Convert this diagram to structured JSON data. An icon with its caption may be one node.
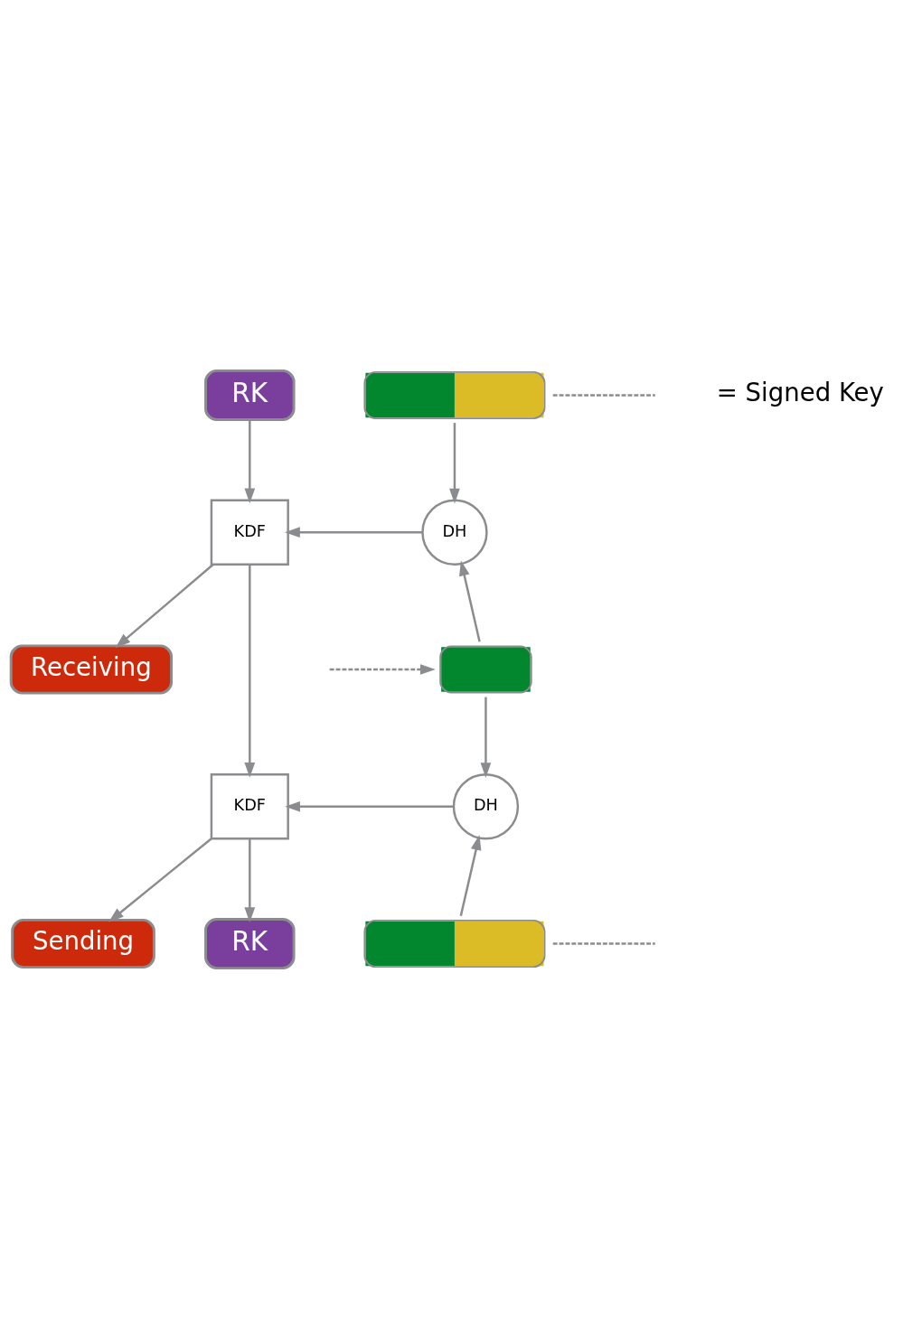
{
  "diagram": {
    "nodes": [
      {
        "text": [
          "RK"
        ]
      },
      {
        "text": [],
        "shape": "bar"
      },
      {
        "text": [
          "KDF"
        ]
      },
      {
        "text": [
          "DH"
        ]
      },
      {
        "text": [
          "Receiving"
        ]
      },
      {
        "text": [],
        "shape": "bar"
      },
      {
        "text": [
          "KDF"
        ]
      },
      {
        "text": [
          "DH"
        ]
      },
      {
        "text": [
          "Sending"
        ]
      },
      {
        "text": [],
        "shape": "bar"
      },
      {
        "text": [
          "RK"
        ]
      }
    ],
    "edges": [
      {
        "from": 0,
        "to": 2,
        "arrow": "to"
      },
      {
        "from": 1,
        "to": null,
        "arrow": "none",
        "style": "dashed"
      },
      {
        "from": 1,
        "to": 3,
        "arrow": "to"
      },
      {
        "from": 3,
        "to": 2,
        "arrow": "to"
      },
      {
        "from": 2,
        "to": 4,
        "arrow": "to"
      },
      {
        "from": 2,
        "to": 6,
        "arrow": "to"
      },
      {
        "from": 5,
        "to": 3,
        "arrow": "to"
      },
      {
        "from": null,
        "to": 5,
        "arrow": "to",
        "style": "dashed"
      },
      {
        "from": 5,
        "to": 7,
        "arrow": "to"
      },
      {
        "from": 7,
        "to": 6,
        "arrow": "to"
      },
      {
        "from": 6,
        "to": 8,
        "arrow": "to"
      },
      {
        "from": 6,
        "to": 10,
        "arrow": "to"
      },
      {
        "from": 9,
        "to": 7,
        "arrow": "to"
      },
      {
        "from": 9,
        "to": null,
        "arrow": "none",
        "style": "dashed"
      }
    ],
    "labels": [
      "= Signed Key"
    ]
  }
}
